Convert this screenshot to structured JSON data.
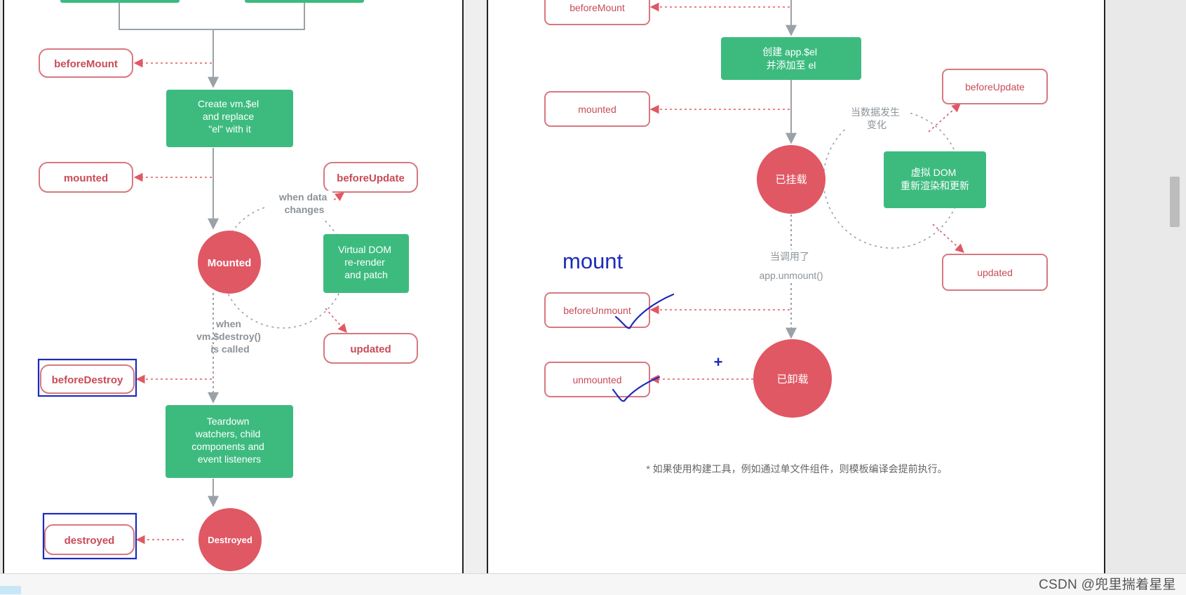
{
  "left": {
    "hooks": {
      "beforeMount": "beforeMount",
      "mounted": "mounted",
      "beforeUpdate": "beforeUpdate",
      "updated": "updated",
      "beforeDestroy": "beforeDestroy",
      "destroyed": "destroyed"
    },
    "boxes": {
      "create_el": [
        "Create vm.$el",
        "and replace",
        "\"el\" with it"
      ],
      "virtual_dom": [
        "Virtual DOM",
        "re-render",
        "and patch"
      ],
      "teardown": [
        "Teardown",
        "watchers, child",
        "components and",
        "event listeners"
      ]
    },
    "circles": {
      "mounted": "Mounted",
      "destroyed": "Destroyed"
    },
    "notes": {
      "data_changes": [
        "when data",
        "changes"
      ],
      "destroy_called": [
        "when",
        "vm.$destroy()",
        "is called"
      ]
    }
  },
  "right": {
    "hooks": {
      "beforeMount": "beforeMount",
      "mounted": "mounted",
      "beforeUpdate": "beforeUpdate",
      "updated": "updated",
      "beforeUnmount": "beforeUnmount",
      "unmounted": "unmounted"
    },
    "boxes": {
      "create_el": [
        "创建 app.$el",
        "并添加至 el"
      ],
      "virtual_dom": [
        "虚拟 DOM",
        "重新渲染和更新"
      ]
    },
    "circles": {
      "mounted": "已挂载",
      "unmounted": "已卸载"
    },
    "notes": {
      "data_changes": [
        "当数据发生",
        "变化"
      ],
      "unmount_called": [
        "当调用了",
        "app.unmount()"
      ],
      "footnote": "* 如果使用构建工具，例如通过单文件组件，则模板编译会提前执行。"
    },
    "annotations": {
      "mount_label": "mount",
      "plus": "+"
    }
  },
  "watermark": "CSDN @兜里揣着星星",
  "colors": {
    "green": "#3dbb7f",
    "red": "#e05864",
    "hook_text": "#c94b57",
    "hook_border": "#d77880",
    "line": "#9aa2a8",
    "pen": "#1d2bb8"
  }
}
